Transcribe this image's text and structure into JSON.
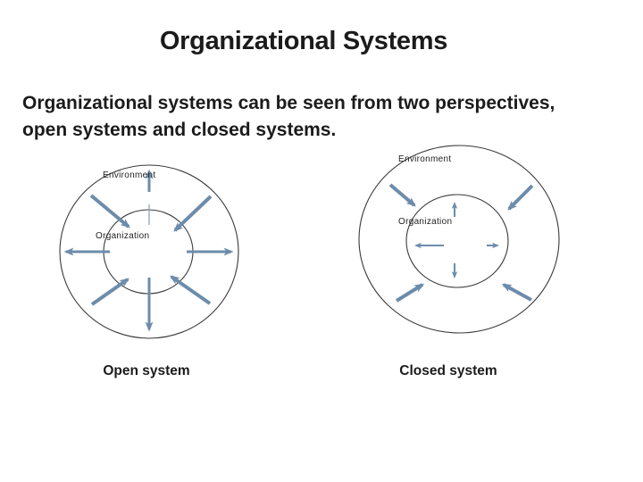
{
  "slide": {
    "title": "Organizational Systems",
    "body": {
      "line1": "Organizational systems can be seen from two perspectives,",
      "line2": "open systems and closed systems."
    },
    "diagrams": {
      "open": {
        "environment_label": "Environment",
        "organization_label": "Organization",
        "caption": "Open system"
      },
      "closed": {
        "environment_label": "Environment",
        "organization_label": "Organization",
        "caption": "Closed system"
      }
    },
    "colors": {
      "text": "#1b1b1b",
      "arrow": "#6d8cab",
      "circle": "#3a3a3a"
    }
  }
}
